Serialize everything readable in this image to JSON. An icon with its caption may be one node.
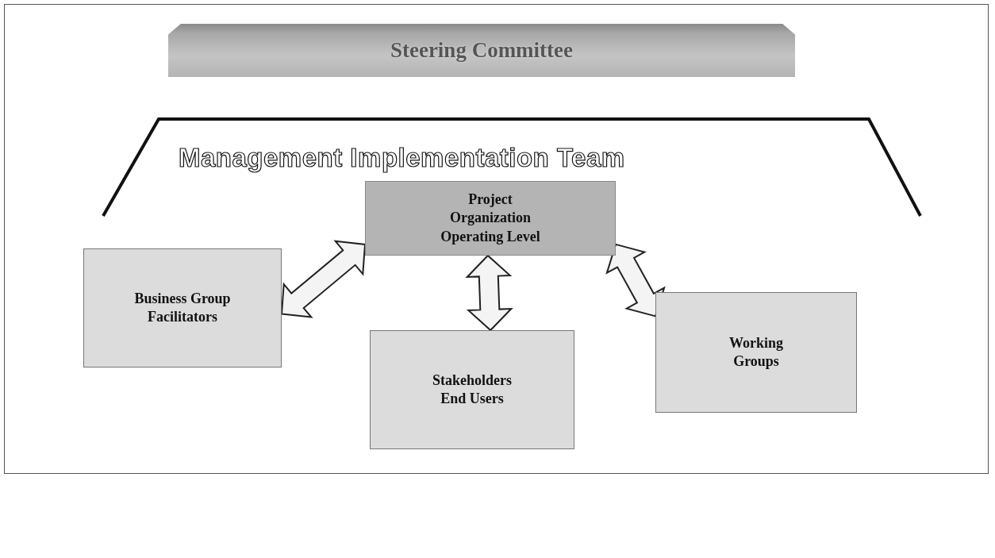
{
  "diagram": {
    "nodes": [
      {
        "text": [
          "Steering Committee"
        ]
      },
      {
        "text": [
          "Management Implementation Team"
        ]
      },
      {
        "text": [
          "Project Organization Operating Level"
        ]
      },
      {
        "text": [
          "Business Group Facilitators"
        ]
      },
      {
        "text": [
          "Stakeholders End Users"
        ]
      },
      {
        "text": [
          "Working Groups"
        ]
      }
    ],
    "edges": [
      {
        "from": 3,
        "to": 2,
        "arrow": "both",
        "style": "thick"
      },
      {
        "from": 4,
        "to": 2,
        "arrow": "both",
        "style": "thick"
      },
      {
        "from": 5,
        "to": 2,
        "arrow": "both",
        "style": "thick"
      }
    ]
  }
}
